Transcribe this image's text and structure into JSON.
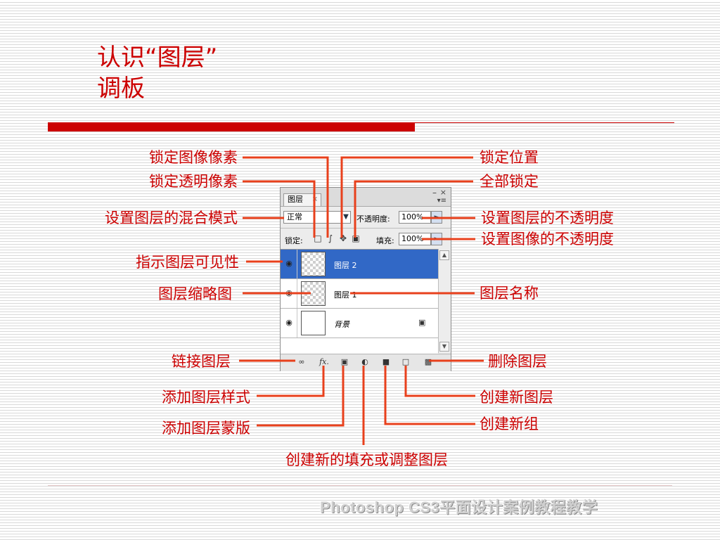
{
  "slide": {
    "title_line1": "认识“图层”",
    "title_line2": "调板",
    "footer": "Photoshop CS3平面设计案例教程教学",
    "accent_color": "#cc0000"
  },
  "annotations": {
    "lock_image_pixels": "锁定图像像素",
    "lock_transparent_pixels": "锁定透明像素",
    "blend_mode": "设置图层的混合模式",
    "visibility": "指示图层可见性",
    "thumbnail": "图层缩略图",
    "link_layers": "链接图层",
    "add_layer_style": "添加图层样式",
    "add_layer_mask": "添加图层蒙版",
    "new_fill_adjustment": "创建新的填充或调整图层",
    "lock_position": "锁定位置",
    "lock_all": "全部锁定",
    "layer_opacity": "设置图层的不透明度",
    "image_opacity": "设置图像的不透明度",
    "layer_name": "图层名称",
    "delete_layer": "删除图层",
    "new_layer": "创建新图层",
    "new_group": "创建新组"
  },
  "panel": {
    "tab_label": "图层",
    "tab_close": "×",
    "minimize": "–",
    "close": "×",
    "menu": "▾≡",
    "blend_mode_value": "正常",
    "opacity_label": "不透明度:",
    "opacity_value": "100%",
    "lock_label": "锁定:",
    "fill_label": "填充:",
    "fill_value": "100%",
    "layers": [
      {
        "name": "图层 2",
        "selected": true,
        "thumbnail": "transparent"
      },
      {
        "name": "图层 1",
        "selected": false,
        "thumbnail": "transparent"
      },
      {
        "name": "背景",
        "selected": false,
        "thumbnail": "white",
        "locked": true
      }
    ],
    "icons": {
      "eye": "eye-icon",
      "lock_transparent": "checkerboard-lock-icon",
      "lock_image": "brush-icon",
      "lock_position": "move-icon",
      "lock_all": "padlock-icon",
      "link": "link-icon",
      "fx": "fx-icon",
      "mask": "mask-icon",
      "adjustment": "half-circle-icon",
      "group": "folder-icon",
      "new_layer": "new-layer-icon",
      "trash": "trash-icon"
    },
    "fx_text": "fx."
  }
}
